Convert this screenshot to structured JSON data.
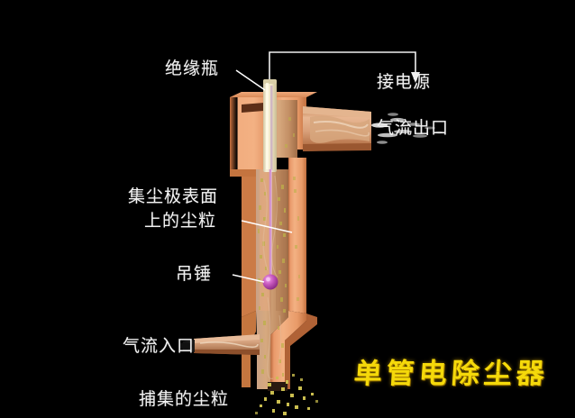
{
  "figure": {
    "title": "单管电除尘器",
    "title_color": "#f5d90a",
    "background_color": "#000000"
  },
  "labels": {
    "insulator": "绝缘瓶",
    "power_supply": "接电源",
    "gas_outlet": "气流出口",
    "dust_on_collector_line1": "集尘极表面",
    "dust_on_collector_line2": "上的尘粒",
    "hanging_weight": "吊锤",
    "gas_inlet": "气流入口",
    "collected_dust": "捕集的尘粒"
  },
  "colors": {
    "shell_light": "#f0a97a",
    "shell_mid": "#e08d5c",
    "shell_dark": "#b5603a",
    "shell_edge": "#8d4526",
    "insulator": "#efe6c8",
    "electrode_wire": "#d59ad0",
    "weight_ball": "#c957c0",
    "dust_particle": "#c9bb4a",
    "gas_stream": "#e8e8e8",
    "label_text": "#f2f2f2",
    "pointer_line": "#ffffff"
  },
  "parts": {
    "insulator_name": "insulator-bottle",
    "electrode_name": "discharge-electrode-wire",
    "weight_name": "hanging-weight-ball",
    "outlet_duct_name": "gas-outlet-duct",
    "inlet_duct_name": "gas-inlet-duct",
    "hopper_name": "dust-hopper",
    "shell_name": "precipitator-shell",
    "power_wire_name": "power-supply-wire"
  }
}
